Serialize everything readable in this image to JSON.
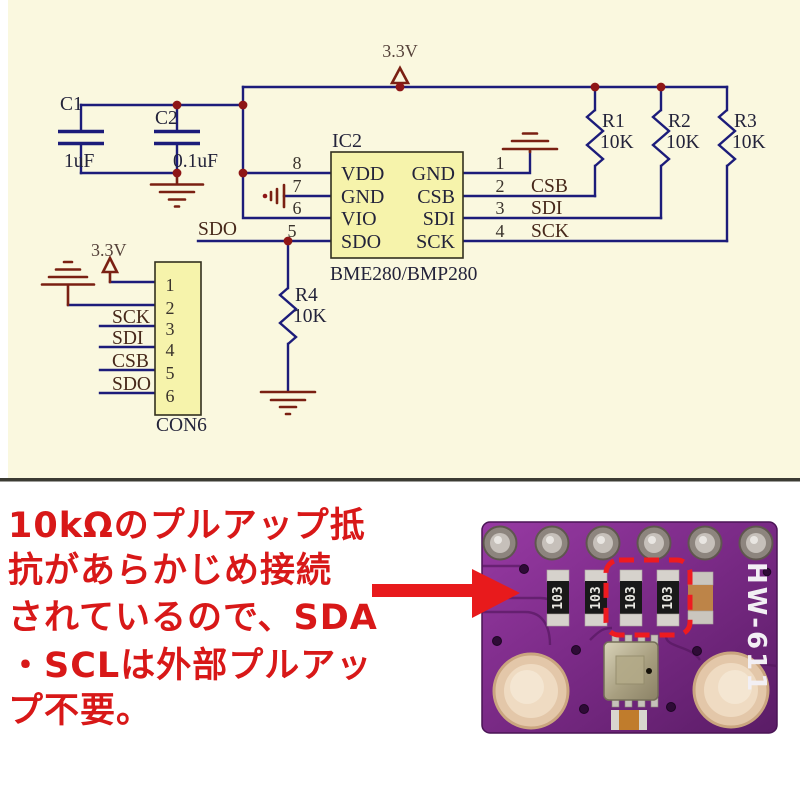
{
  "schematic": {
    "power_label_top": "3.3V",
    "capacitors": [
      {
        "ref": "C1",
        "value": "1uF"
      },
      {
        "ref": "C2",
        "value": "0.1uF"
      }
    ],
    "ic": {
      "ref": "IC2",
      "part": "BME280/BMP280",
      "left_pins": [
        {
          "num": "8",
          "name": "VDD"
        },
        {
          "num": "7",
          "name": "GND"
        },
        {
          "num": "6",
          "name": "VIO"
        },
        {
          "num": "5",
          "name": "SDO"
        }
      ],
      "right_pins": [
        {
          "num": "1",
          "name": "GND"
        },
        {
          "num": "2",
          "name": "CSB"
        },
        {
          "num": "3",
          "name": "SDI"
        },
        {
          "num": "4",
          "name": "SCK"
        }
      ],
      "right_nets": [
        "CSB",
        "SDI",
        "SCK"
      ]
    },
    "sdo_net": "SDO",
    "pullups": [
      {
        "ref": "R1",
        "value": "10K"
      },
      {
        "ref": "R2",
        "value": "10K"
      },
      {
        "ref": "R3",
        "value": "10K"
      }
    ],
    "r4": {
      "ref": "R4",
      "value": "10K"
    },
    "connector": {
      "ref": "CON6",
      "power_label": "3.3V",
      "pins": [
        "1",
        "2",
        "3",
        "4",
        "5",
        "6"
      ],
      "nets": [
        "SCK",
        "SDI",
        "CSB",
        "SDO"
      ]
    }
  },
  "note": {
    "lines": [
      "10kΩのプルアップ抵",
      "抗があらかじめ接続",
      "されているので、SDA",
      "・SCLは外部プルアッ",
      "プ不要。"
    ]
  },
  "pcb": {
    "board_label": "HW-611",
    "resistor_marking": "103"
  },
  "colors": {
    "wire": "#1c1c7a",
    "symbol_red": "#7a2012",
    "note_red": "#d81818",
    "arrow_red": "#e81a1c",
    "board_purple": "#7c2b88",
    "highlight_red": "#ee1b20",
    "schematic_bg": "#faf8df"
  }
}
